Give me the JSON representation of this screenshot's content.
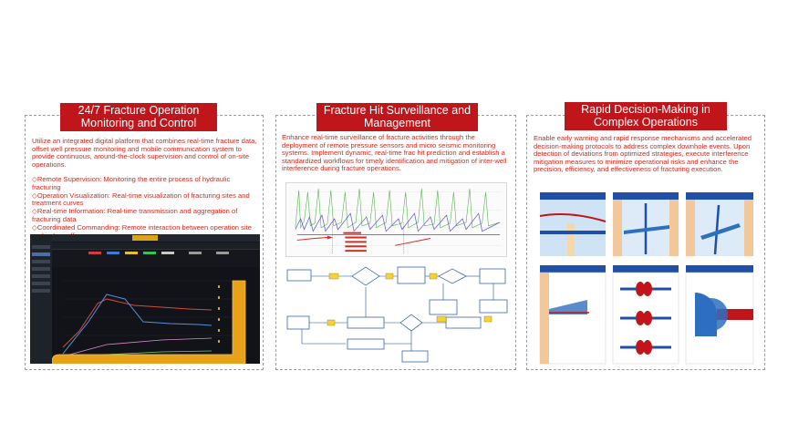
{
  "panels": [
    {
      "title_line1": "24/7 Fracture Operation",
      "title_line2": "Monitoring and Control",
      "paragraph": "Utilize an integrated digital platform that combines real-time fracture data, offset well pressure monitoring and mobile communication system to provide continuous, around-the-clock supervision and control of on-site operations.",
      "items": [
        "◇Remote Supervision: Monitoring the entire process of hydraulic fracturing",
        "◇Operation Visualization: Real-time visualization of fracturing sites and treatment curves",
        "◇Real-time Information: Real-time transmission and aggregation of fracturing data",
        "◇Coordinated Commanding: Remote interaction between operation site and indoor office"
      ]
    },
    {
      "title_line1": "Fracture Hit Surveillance and",
      "title_line2": "Management",
      "paragraph": "Enhance real-time surveillance of fracture activities through the deployment of remote pressure sensors and micro seismic monitoring systems. Implement dynamic, real-time frac hit prediction and establish a standardized workflows for timely identification and mitigation of inter-well interference during fracture operations."
    },
    {
      "title_line1": "Rapid Decision-Making in",
      "title_line2": "Complex Operations",
      "paragraph": "Enable early warning and rapid response mechanisms and accelerated decision-making protocols to address complex downhole events. Upon detection of deviations from optimized strategies, execute interference mitigation measures to minimize operational risks and enhance the precision, efficiency, and effectiveness of fracturing execution."
    }
  ],
  "colors": {
    "title_bg": "#c0161b",
    "title_text": "#ffffff",
    "body_text": "#d42a1f",
    "border": "#9a9a9a"
  }
}
